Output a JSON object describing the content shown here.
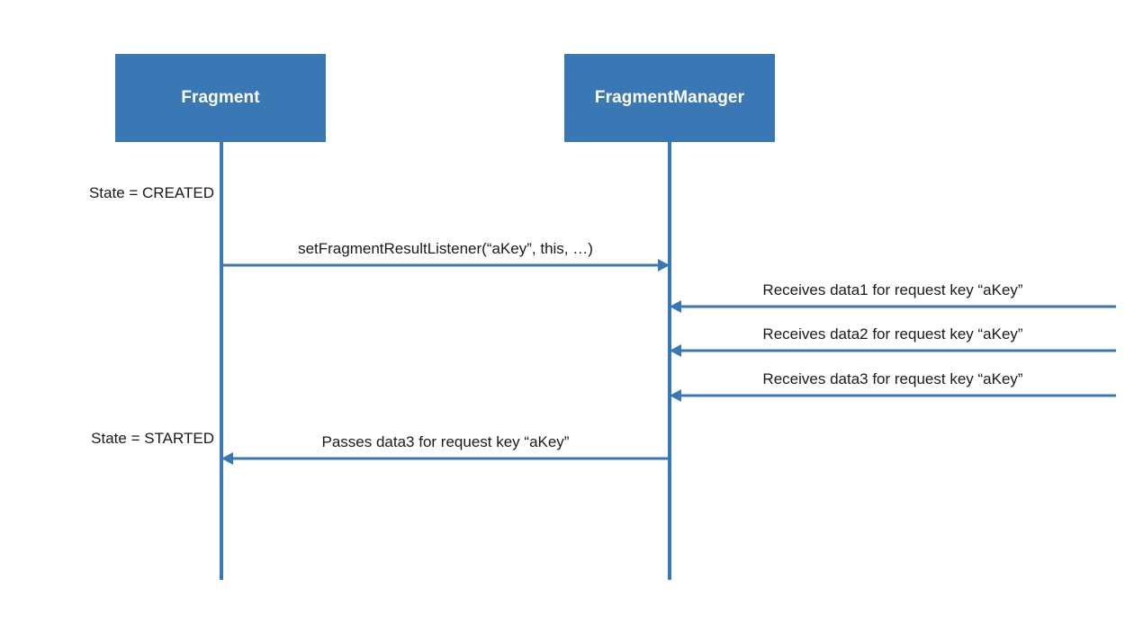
{
  "diagram": {
    "type": "sequence-diagram",
    "accent_color": "#3a77b5",
    "text_color": "#1a1a1a",
    "background_color": "#ffffff"
  },
  "participants": [
    {
      "id": "fragment",
      "label": "Fragment"
    },
    {
      "id": "fragmentmanager",
      "label": "FragmentManager"
    }
  ],
  "state_labels": [
    {
      "id": "created",
      "text": "State = CREATED",
      "lifeline": "fragment"
    },
    {
      "id": "started",
      "text": "State = STARTED",
      "lifeline": "fragment"
    }
  ],
  "messages": [
    {
      "id": "set-listener",
      "label": "setFragmentResultListener(“aKey”, this, …)",
      "from": "fragment",
      "to": "fragmentmanager",
      "direction": "right"
    },
    {
      "id": "receives-data1",
      "label": "Receives data1 for request key “aKey”",
      "from": "external",
      "to": "fragmentmanager",
      "direction": "left"
    },
    {
      "id": "receives-data2",
      "label": "Receives data2 for request key “aKey”",
      "from": "external",
      "to": "fragmentmanager",
      "direction": "left"
    },
    {
      "id": "receives-data3",
      "label": "Receives data3 for request key “aKey”",
      "from": "external",
      "to": "fragmentmanager",
      "direction": "left"
    },
    {
      "id": "passes-data3",
      "label": "Passes data3 for request key “aKey”",
      "from": "fragmentmanager",
      "to": "fragment",
      "direction": "left"
    }
  ]
}
